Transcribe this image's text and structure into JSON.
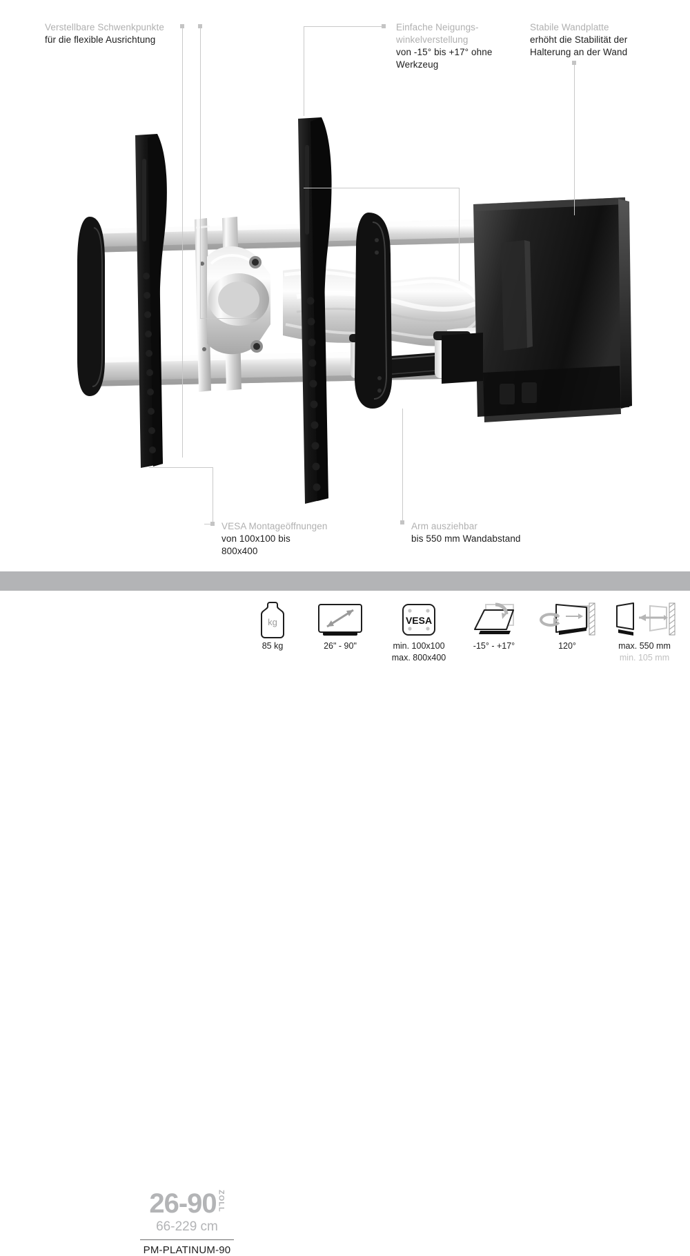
{
  "callouts": [
    {
      "name": "swivel-points",
      "heading": "Verstellbare Schwenkpunkte",
      "body": "für die flexible Ausrichtung"
    },
    {
      "name": "tilt-angle",
      "heading": "Einfache Neigungs-\nwinkelverstellung",
      "heading_line1": "Einfache Neigungs-",
      "heading_line2": "winkelverstellung",
      "body_line1": "von  -15° bis +17° ohne",
      "body_line2": "Werkzeug"
    },
    {
      "name": "wall-plate",
      "heading": "Stabile Wandplatte",
      "body_line1": "erhöht die Stabilität der",
      "body_line2": "Halterung an der Wand"
    },
    {
      "name": "vesa-holes",
      "heading": "VESA Montageöffnungen",
      "body_line1": "von 100x100 bis",
      "body_line2": "800x400"
    },
    {
      "name": "arm-extension",
      "heading": "Arm ausziehbar",
      "body": "bis 550 mm Wandabstand"
    }
  ],
  "size_block": {
    "inches": "26-90",
    "unit": "ZOLL",
    "centimeters": "66-229 cm",
    "model": "PM-PLATINUM-90"
  },
  "specs": [
    {
      "icon": "weight-kg-icon",
      "icon_label": "kg",
      "caption_1": "85 kg",
      "caption_2": ""
    },
    {
      "icon": "screen-size-icon",
      "icon_label": "",
      "caption_1": "26\" - 90\"",
      "caption_2": ""
    },
    {
      "icon": "vesa-icon",
      "icon_label": "VESA",
      "caption_1": "min. 100x100",
      "caption_2": "max. 800x400"
    },
    {
      "icon": "tilt-angle-icon",
      "icon_label": "",
      "caption_1": "-15° - +17°",
      "caption_2": ""
    },
    {
      "icon": "swivel-angle-icon",
      "icon_label": "",
      "caption_1": "120°",
      "caption_2": ""
    },
    {
      "icon": "wall-distance-icon",
      "icon_label": "",
      "caption_1": "max. 550 mm",
      "caption_2": "min. 105 mm"
    }
  ],
  "colors": {
    "divider_band": "#b3b4b6",
    "muted_text": "#b0b0b0",
    "body_text": "#1d1d1d",
    "leader_line": "#c9c9c9"
  },
  "product": {
    "name": "full-motion-tv-wall-mount",
    "parts": [
      "tv-rail-left",
      "tv-rail-right",
      "horizontal-bar-top",
      "horizontal-bar-bottom",
      "articulating-arm",
      "wall-plate"
    ]
  }
}
